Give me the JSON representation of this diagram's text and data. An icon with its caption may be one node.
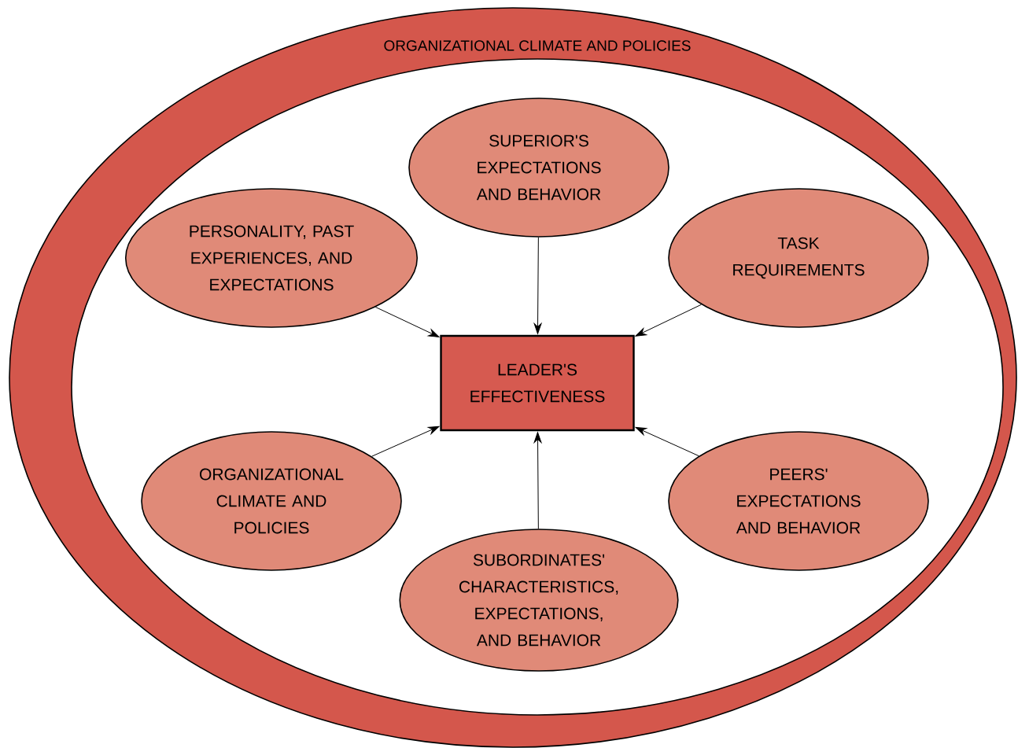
{
  "diagram": {
    "nodes": [
      {
        "text": [
          "ORGANIZATIONAL CLIMATE AND POLICIES"
        ]
      },
      {
        "text": [
          "SUPERIOR'S EXPECTATIONS AND BEHAVIOR"
        ],
        "in": 0
      },
      {
        "text": [
          "PERSONALITY, PAST EXPERIENCES, AND EXPECTATIONS"
        ],
        "in": 0
      },
      {
        "text": [
          "TASK REQUIREMENTS"
        ],
        "in": 0
      },
      {
        "text": [
          "LEADER'S EFFECTIVENESS"
        ],
        "in": 0
      },
      {
        "text": [
          "ORGANIZATIONAL CLIMATE AND POLICIES"
        ],
        "in": 0
      },
      {
        "text": [
          "PEERS' EXPECTATIONS AND BEHAVIOR"
        ],
        "in": 0
      },
      {
        "text": [
          "SUBORDINATES' CHARACTERISTICS, EXPECTATIONS, AND BEHAVIOR"
        ],
        "in": 0
      }
    ],
    "edges": [
      {
        "from": 1,
        "to": 4,
        "arrow": "to"
      },
      {
        "from": 2,
        "to": 4,
        "arrow": "to"
      },
      {
        "from": 3,
        "to": 4,
        "arrow": "to"
      },
      {
        "from": 5,
        "to": 4,
        "arrow": "to"
      },
      {
        "from": 6,
        "to": 4,
        "arrow": "to"
      },
      {
        "from": 7,
        "to": 4,
        "arrow": "to"
      }
    ]
  }
}
